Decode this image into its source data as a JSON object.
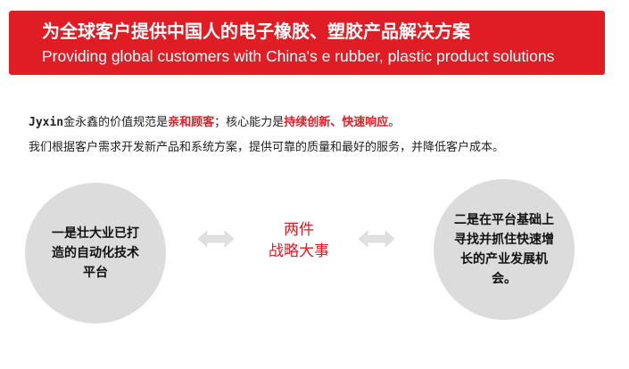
{
  "banner": {
    "title": "为全球客户提供中国人的电子橡胶、塑胶产品解决方案",
    "subtitle": "Providing global customers with China's e rubber, plastic product solutions"
  },
  "intro": {
    "brand": "Jyxin",
    "part1": "金永鑫的价值规范是",
    "highlight1": "亲和顾客",
    "part2": "；核心能力是",
    "highlight2": "持续创新、快速响应",
    "part3": "。",
    "line2": "我们根据客户需求开发新产品和系统方案，提供可靠的质量和最好的服务，并降低客户成本。"
  },
  "strategy": {
    "left": "一是壮大业已打造的自动化技术平台",
    "center_line1": "两件",
    "center_line2": "战略大事",
    "right": "二是在平台基础上寻找并抓住快速增长的产业发展机会。"
  },
  "colors": {
    "accent": "#e01d24",
    "circle": "#dcdcdc",
    "arrow": "#d9d9d9"
  },
  "icons": {
    "left_arrow": "double-arrow-left-icon",
    "right_arrow": "double-arrow-right-icon"
  }
}
